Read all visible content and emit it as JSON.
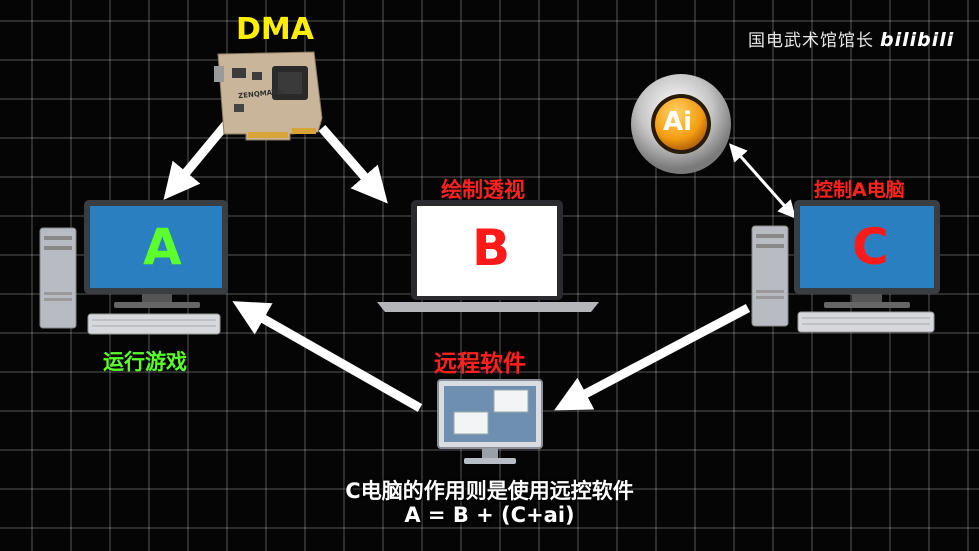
{
  "watermark": {
    "channel": "国电武术馆馆长",
    "logo": "bilibili"
  },
  "dma": {
    "label": "DMA",
    "board_text": "ZENQMATAL"
  },
  "pc_a": {
    "letter": "A",
    "caption": "运行游戏"
  },
  "laptop_b": {
    "letter": "B",
    "caption": "绘制透视"
  },
  "pc_c": {
    "letter": "C",
    "caption": "控制A电脑"
  },
  "ai_icon": {
    "text": "Ai"
  },
  "remote": {
    "caption": "远程软件"
  },
  "subtitle": {
    "line1": "C电脑的作用则是使用远控软件",
    "line2": "A = B + (C+ai)"
  },
  "colors": {
    "green": "#5cff2a",
    "red": "#ff1a1a",
    "yellow": "#ffee00",
    "pc_screen": "#2a7fc0",
    "laptop_screen": "#ffffff",
    "ai_orange": "#f39c12"
  }
}
